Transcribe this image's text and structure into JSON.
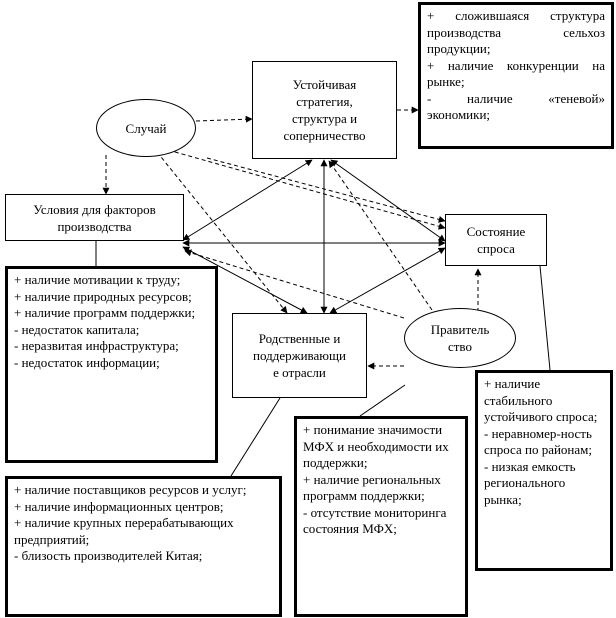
{
  "nodes": {
    "sluchai": "Случай",
    "strategy": "Устойчивая\nстратегия,\nструктура и\nсоперничество",
    "factors": "Условия для факторов\nпроизводства",
    "demand": "Состояние\nспроса",
    "related": "Родственные и\nподдерживающи\nе отрасли",
    "government": "Правитель\nство"
  },
  "lists": {
    "strategy_notes": [
      "+ сложившаяся структура производства сельхоз продукции;",
      "+ наличие конкуренции на рынке;",
      "- наличие «теневой» экономики;"
    ],
    "factors_notes": [
      "+ наличие мотивации к труду;",
      "+ наличие природных ресурсов;",
      "+ наличие программ поддержки;",
      "- недостаток капитала;",
      "- неразвитая инфраструктура;",
      "- недостаток информации;"
    ],
    "related_notes": [
      "+ наличие поставщиков ресурсов и услуг;",
      "+ наличие информационных центров;",
      "+ наличие крупных перерабатывающих предприятий;",
      "- близость производителей Китая;"
    ],
    "government_notes": [
      "+ понимание значимости МФХ и необходимости их поддержки;",
      "+ наличие региональных программ поддержки;",
      "- отсутствие мониторинга состояния МФХ;"
    ],
    "demand_notes": [
      "+ наличие стабильного устойчивого спроса;",
      "- неравномер-ность спроса по районам;",
      "- низкая емкость регионального рынка;"
    ]
  }
}
